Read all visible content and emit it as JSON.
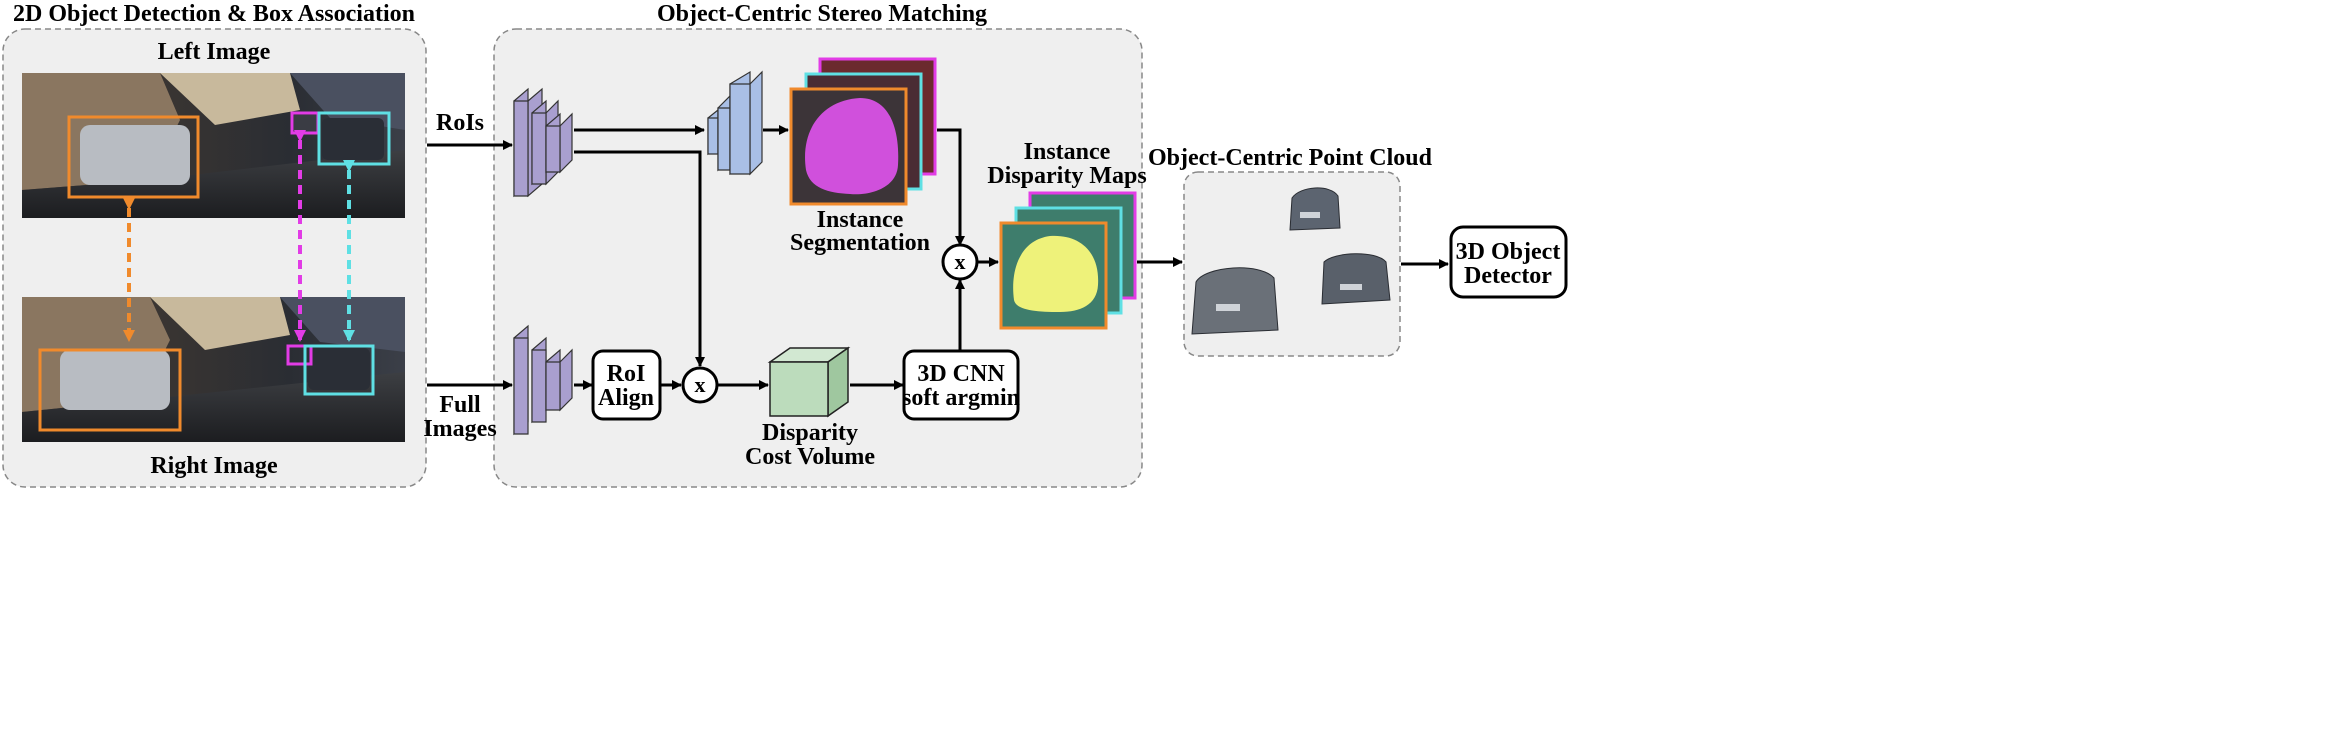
{
  "sections": {
    "detection_title": "2D Object Detection & Box Association",
    "stereo_title": "Object-Centric Stereo Matching",
    "pointcloud_title": "Object-Centric Point Cloud"
  },
  "images": {
    "left_label": "Left Image",
    "right_label": "Right Image"
  },
  "inputs": {
    "rois": "RoIs",
    "full_images_line1": "Full",
    "full_images_line2": "Images"
  },
  "blocks": {
    "roi_align_line1": "RoI",
    "roi_align_line2": "Align",
    "cnn_line1": "3D CNN",
    "cnn_line2": "soft argmin",
    "detector_line1": "3D Object",
    "detector_line2": "Detector",
    "multiply_symbol": "x"
  },
  "labels": {
    "segmentation_line1": "Instance",
    "segmentation_line2": "Segmentation",
    "disparity_maps_line1": "Instance",
    "disparity_maps_line2": "Disparity Maps",
    "cost_volume_line1": "Disparity",
    "cost_volume_line2": "Cost Volume"
  },
  "colors": {
    "panel_fill": "#efefef",
    "feature_purple": "#a99fcf",
    "feature_blue": "#a9bfe6",
    "cost_volume_green": "#bcdcbc",
    "box_orange": "#f08a2c",
    "box_magenta": "#e23ce6",
    "box_cyan": "#5fe0e4",
    "mask_magenta": "#d050dc",
    "mask_yellow": "#eef27a",
    "disparity_teal": "#3e7d6c"
  }
}
